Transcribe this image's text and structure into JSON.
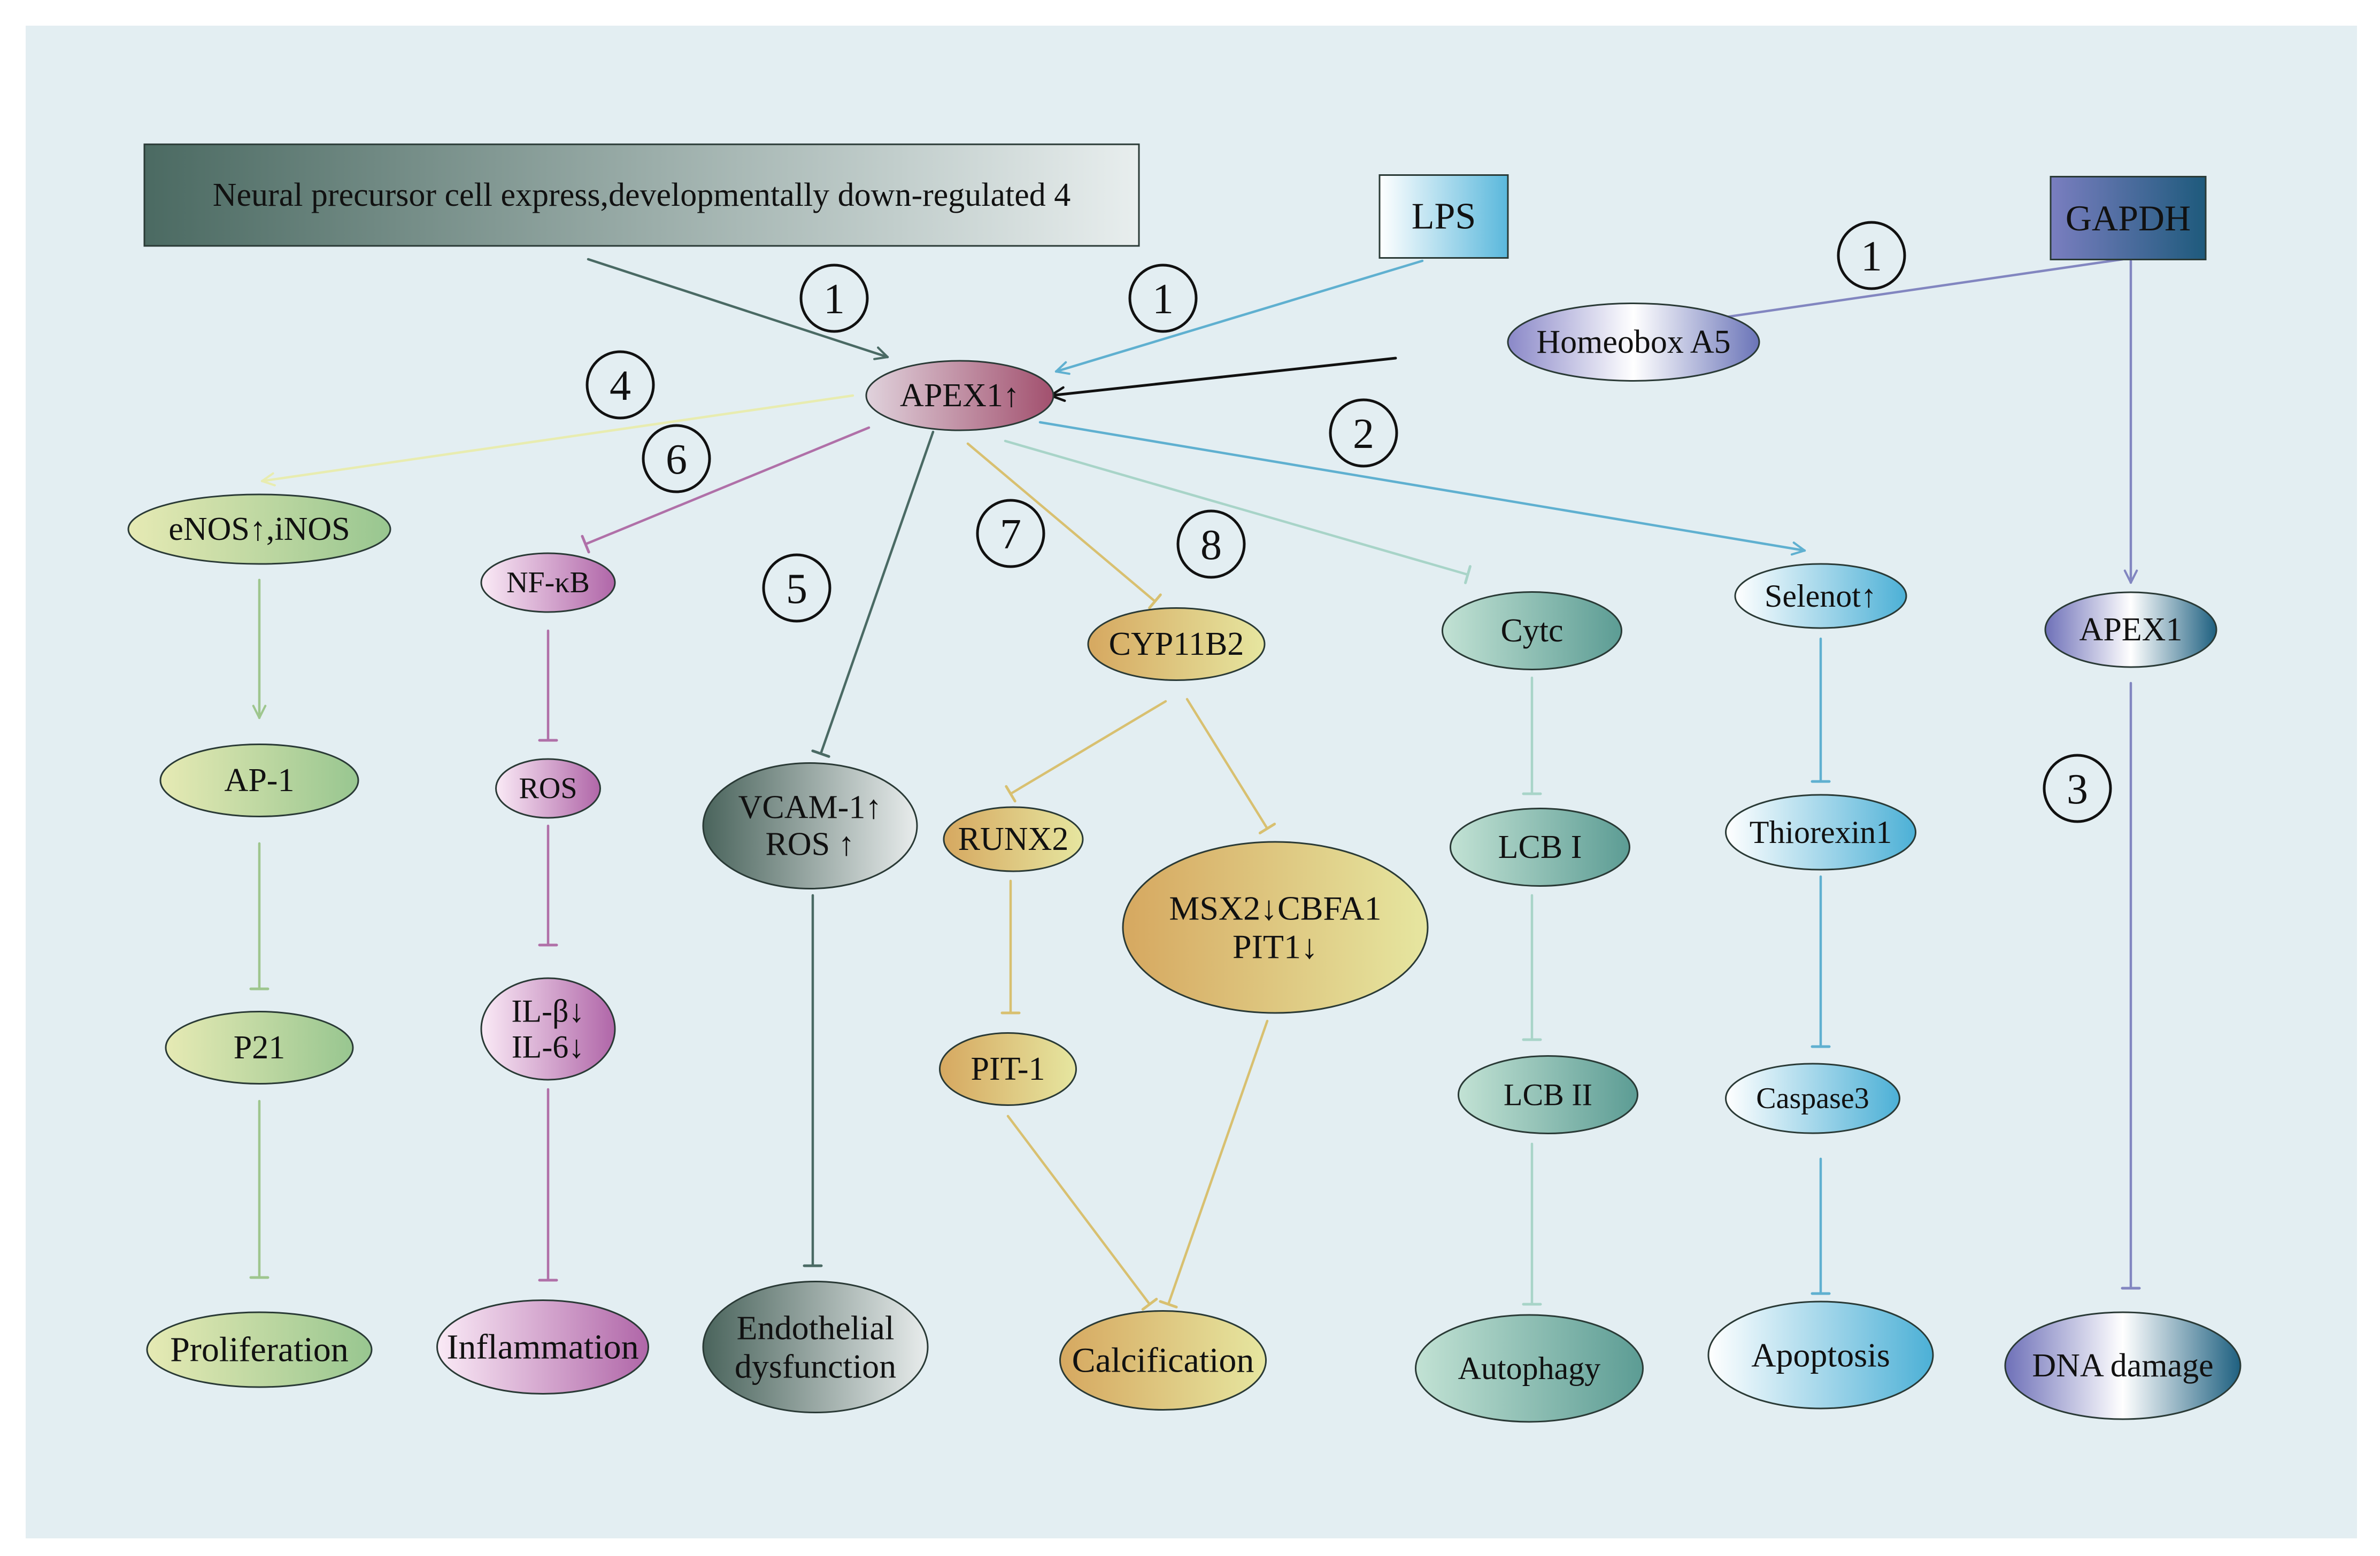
{
  "diagram": {
    "colors": {
      "background": "#e3eef2",
      "frame": "#ffffff",
      "dark": "#4a6a64",
      "blue": "#5fb0d0",
      "purple": "#8286c0",
      "teal": "#78b6aa",
      "green": "#9ec68e",
      "magenta": "#b070a8",
      "gold": "#d8c070",
      "yellow": "#e8ecb0",
      "black": "#111111"
    },
    "nodes": [
      {
        "id": "npc",
        "shape": "rect",
        "lines": [
          "Neural precursor cell express,developmentally down-regulated 4"
        ],
        "fill": [
          "#4b6a62",
          "#e8eeee"
        ]
      },
      {
        "id": "lps",
        "shape": "rect",
        "lines": [
          "LPS"
        ],
        "fill": [
          "#ffffff",
          "#5ab8dc"
        ]
      },
      {
        "id": "gapdh",
        "shape": "rect",
        "lines": [
          "GAPDH"
        ],
        "fill": [
          "#7a7ec0",
          "#1e5a7c"
        ]
      },
      {
        "id": "homeobox",
        "shape": "ellipse",
        "lines": [
          "Homeobox A5"
        ],
        "fill": [
          "#8a88c8",
          "#ffffff",
          "#6a74b8"
        ]
      },
      {
        "id": "apex1_up",
        "shape": "ellipse",
        "lines": [
          "APEX1↑"
        ],
        "fill": [
          "#e0d2dc",
          "#a2506e"
        ]
      },
      {
        "id": "enos",
        "shape": "ellipse",
        "lines": [
          "eNOS↑,iNOS"
        ],
        "fill": [
          "#e6eab4",
          "#98c690"
        ]
      },
      {
        "id": "ap1",
        "shape": "ellipse",
        "lines": [
          "AP-1"
        ],
        "fill": [
          "#e6eab4",
          "#98c690"
        ]
      },
      {
        "id": "p21",
        "shape": "ellipse",
        "lines": [
          "P21"
        ],
        "fill": [
          "#e6eab4",
          "#98c690"
        ]
      },
      {
        "id": "proliferation",
        "shape": "ellipse",
        "lines": [
          "Proliferation"
        ],
        "fill": [
          "#e6eab4",
          "#98c690"
        ]
      },
      {
        "id": "nfkb",
        "shape": "ellipse",
        "lines": [
          "NF-κB"
        ],
        "fill": [
          "#faeaf6",
          "#b066a8"
        ]
      },
      {
        "id": "ros1",
        "shape": "ellipse",
        "lines": [
          "ROS"
        ],
        "fill": [
          "#faeaf6",
          "#b066a8"
        ]
      },
      {
        "id": "il",
        "shape": "ellipse",
        "lines": [
          "IL-β↓",
          "IL-6↓"
        ],
        "fill": [
          "#faeaf6",
          "#b066a8"
        ]
      },
      {
        "id": "inflammation",
        "shape": "ellipse",
        "lines": [
          "Inflammation"
        ],
        "fill": [
          "#faeaf6",
          "#b066a8"
        ]
      },
      {
        "id": "vcam",
        "shape": "ellipse",
        "lines": [
          "VCAM-1↑",
          "ROS ↑"
        ],
        "fill": [
          "#4a645c",
          "#e8ecec"
        ]
      },
      {
        "id": "endothelial",
        "shape": "ellipse",
        "lines": [
          "Endothelial",
          "dysfunction"
        ],
        "fill": [
          "#4a645c",
          "#e8ecec"
        ]
      },
      {
        "id": "cyp",
        "shape": "ellipse",
        "lines": [
          "CYP11B2"
        ],
        "fill": [
          "#d6a860",
          "#e6e6a0"
        ]
      },
      {
        "id": "runx2",
        "shape": "ellipse",
        "lines": [
          "RUNX2"
        ],
        "fill": [
          "#d6a860",
          "#e6e6a0"
        ]
      },
      {
        "id": "msx2",
        "shape": "ellipse",
        "lines": [
          "MSX2↓CBFA1",
          "PIT1↓"
        ],
        "fill": [
          "#d6a860",
          "#e6e6a0"
        ]
      },
      {
        "id": "pit1",
        "shape": "ellipse",
        "lines": [
          "PIT-1"
        ],
        "fill": [
          "#d6a860",
          "#e6e6a0"
        ]
      },
      {
        "id": "calcification",
        "shape": "ellipse",
        "lines": [
          "Calcification"
        ],
        "fill": [
          "#d6a860",
          "#e6e6a0"
        ]
      },
      {
        "id": "cytc",
        "shape": "ellipse",
        "lines": [
          "Cytc"
        ],
        "fill": [
          "#c2e2d4",
          "#5c9c94"
        ]
      },
      {
        "id": "lcb1",
        "shape": "ellipse",
        "lines": [
          "LCB I"
        ],
        "fill": [
          "#c2e2d4",
          "#5c9c94"
        ]
      },
      {
        "id": "lcb2",
        "shape": "ellipse",
        "lines": [
          "LCB II"
        ],
        "fill": [
          "#c2e2d4",
          "#5c9c94"
        ]
      },
      {
        "id": "autophagy",
        "shape": "ellipse",
        "lines": [
          "Autophagy"
        ],
        "fill": [
          "#c2e2d4",
          "#5c9c94"
        ]
      },
      {
        "id": "selenot",
        "shape": "ellipse",
        "lines": [
          "Selenot↑"
        ],
        "fill": [
          "#ffffff",
          "#4cb0d6"
        ]
      },
      {
        "id": "thiorexin",
        "shape": "ellipse",
        "lines": [
          "Thiorexin1"
        ],
        "fill": [
          "#ffffff",
          "#4cb0d6"
        ]
      },
      {
        "id": "caspase",
        "shape": "ellipse",
        "lines": [
          "Caspase3"
        ],
        "fill": [
          "#ffffff",
          "#4cb0d6"
        ]
      },
      {
        "id": "apoptosis",
        "shape": "ellipse",
        "lines": [
          "Apoptosis"
        ],
        "fill": [
          "#ffffff",
          "#4cb0d6"
        ]
      },
      {
        "id": "apex1",
        "shape": "ellipse",
        "lines": [
          "APEX1"
        ],
        "fill": [
          "#6e70b8",
          "#ffffff",
          "#1e6080"
        ]
      },
      {
        "id": "dna",
        "shape": "ellipse",
        "lines": [
          "DNA damage"
        ],
        "fill": [
          "#6e70b8",
          "#ffffff",
          "#1e6080"
        ]
      }
    ],
    "edges": [
      {
        "from": "npc",
        "to": "apex1_up",
        "type": "arrow",
        "color": "#4a6a64"
      },
      {
        "from": "lps",
        "to": "apex1_up",
        "type": "arrow",
        "color": "#5fb0d0"
      },
      {
        "from": "homeobox",
        "to": "apex1_up",
        "type": "arrow",
        "color": "#111111"
      },
      {
        "from": "gapdh",
        "to": "homeobox",
        "type": "arrow",
        "color": "#8286c0"
      },
      {
        "from": "gapdh",
        "to": "apex1",
        "type": "arrow",
        "color": "#8286c0"
      },
      {
        "from": "apex1_up",
        "to": "enos",
        "type": "arrow",
        "color": "#e8ecb0"
      },
      {
        "from": "apex1_up",
        "to": "nfkb",
        "type": "inhibit",
        "color": "#b070a8"
      },
      {
        "from": "apex1_up",
        "to": "vcam",
        "type": "inhibit",
        "color": "#4a6a64"
      },
      {
        "from": "apex1_up",
        "to": "cyp",
        "type": "inhibit",
        "color": "#d8c070"
      },
      {
        "from": "apex1_up",
        "to": "cytc",
        "type": "inhibit",
        "color": "#a8d4c8"
      },
      {
        "from": "apex1_up",
        "to": "selenot",
        "type": "arrow",
        "color": "#5fb0d0"
      },
      {
        "from": "enos",
        "to": "ap1",
        "type": "arrow",
        "color": "#9ec68e"
      },
      {
        "from": "ap1",
        "to": "p21",
        "type": "inhibit",
        "color": "#9ec68e"
      },
      {
        "from": "p21",
        "to": "proliferation",
        "type": "inhibit",
        "color": "#9ec68e"
      },
      {
        "from": "nfkb",
        "to": "ros1",
        "type": "inhibit",
        "color": "#b070a8"
      },
      {
        "from": "ros1",
        "to": "il",
        "type": "inhibit",
        "color": "#b070a8"
      },
      {
        "from": "il",
        "to": "inflammation",
        "type": "inhibit",
        "color": "#b070a8"
      },
      {
        "from": "vcam",
        "to": "endothelial",
        "type": "inhibit",
        "color": "#4a6a64"
      },
      {
        "from": "cyp",
        "to": "runx2",
        "type": "inhibit",
        "color": "#d8c070"
      },
      {
        "from": "cyp",
        "to": "msx2",
        "type": "inhibit",
        "color": "#d8c070"
      },
      {
        "from": "runx2",
        "to": "pit1",
        "type": "inhibit",
        "color": "#d8c070"
      },
      {
        "from": "pit1",
        "to": "calcification",
        "type": "inhibit",
        "color": "#d8c070"
      },
      {
        "from": "msx2",
        "to": "calcification",
        "type": "inhibit",
        "color": "#d8c070"
      },
      {
        "from": "cytc",
        "to": "lcb1",
        "type": "inhibit",
        "color": "#a8d4c8"
      },
      {
        "from": "lcb1",
        "to": "lcb2",
        "type": "inhibit",
        "color": "#a8d4c8"
      },
      {
        "from": "lcb2",
        "to": "autophagy",
        "type": "inhibit",
        "color": "#a8d4c8"
      },
      {
        "from": "selenot",
        "to": "thiorexin",
        "type": "inhibit",
        "color": "#5fb0d0"
      },
      {
        "from": "thiorexin",
        "to": "caspase",
        "type": "inhibit",
        "color": "#5fb0d0"
      },
      {
        "from": "caspase",
        "to": "apoptosis",
        "type": "inhibit",
        "color": "#5fb0d0"
      },
      {
        "from": "apex1",
        "to": "dna",
        "type": "inhibit",
        "color": "#8286c0"
      }
    ],
    "circle_labels": [
      {
        "id": "c1a",
        "text": "1"
      },
      {
        "id": "c1b",
        "text": "1"
      },
      {
        "id": "c1c",
        "text": "1"
      },
      {
        "id": "c2",
        "text": "2"
      },
      {
        "id": "c3",
        "text": "3"
      },
      {
        "id": "c4",
        "text": "4"
      },
      {
        "id": "c5",
        "text": "5"
      },
      {
        "id": "c6",
        "text": "6"
      },
      {
        "id": "c7",
        "text": "7"
      },
      {
        "id": "c8",
        "text": "8"
      }
    ]
  }
}
